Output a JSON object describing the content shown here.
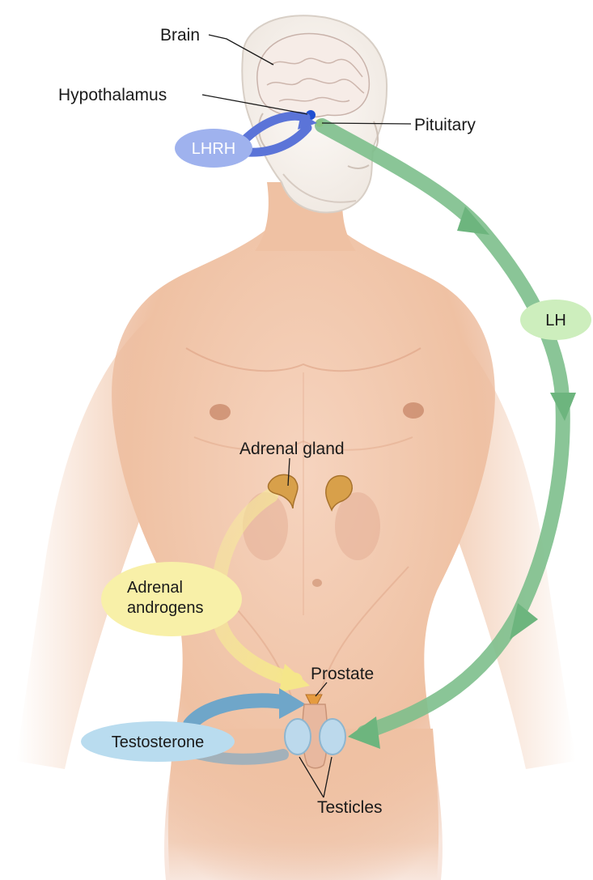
{
  "labels": {
    "brain": "Brain",
    "hypothalamus": "Hypothalamus",
    "pituitary": "Pituitary",
    "adrenal_gland": "Adrenal gland",
    "prostate": "Prostate",
    "testicles": "Testicles"
  },
  "hormones": {
    "lhrh": "LHRH",
    "lh": "LH",
    "adrenal_androgens_line1": "Adrenal",
    "adrenal_androgens_line2": "androgens",
    "testosterone": "Testosterone"
  },
  "colors": {
    "background": "#ffffff",
    "skin": "#f2c8ae",
    "skin_shadow": "#dea386",
    "lhrh": "#5b74d8",
    "lh": "#7dbf8c",
    "androgens": "#f3e58c",
    "testosterone": "#6fa6c9",
    "gland": "#d8a04a"
  }
}
